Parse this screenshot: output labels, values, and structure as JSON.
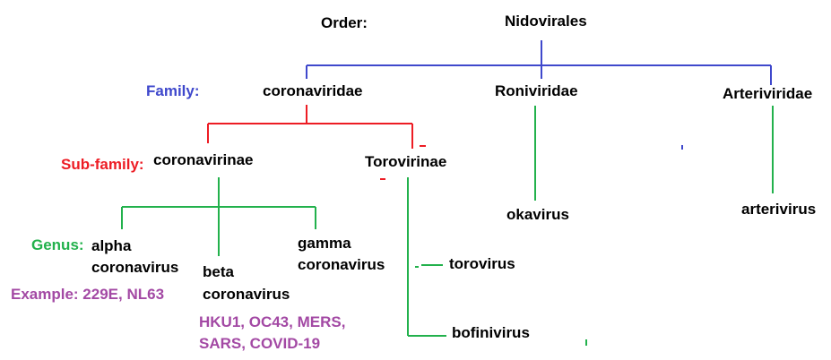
{
  "colors": {
    "text": "#000000",
    "family": "#3f48cc",
    "subfamily": "#ed1c24",
    "genus": "#22b14c",
    "example": "#a349a4"
  },
  "labels": {
    "order": "Order:",
    "family": "Family:",
    "subfamily": "Sub-family:",
    "genus": "Genus:"
  },
  "order": {
    "name": "Nidovirales"
  },
  "families": {
    "coronaviridae": "coronaviridae",
    "roniviridae": "Roniviridae",
    "arteriviridae": "Arteriviridae"
  },
  "subfamilies": {
    "coronavirinae": "coronavirinae",
    "torovirinae": "Torovirinae"
  },
  "genera": {
    "alpha": [
      "alpha",
      "coronavirus"
    ],
    "beta": [
      "beta",
      "coronavirus"
    ],
    "gamma": [
      "gamma",
      "coronavirus"
    ],
    "torovirus": "torovirus",
    "bofinivirus": "bofinivirus",
    "okavirus": "okavirus",
    "arterivirus": "arterivirus"
  },
  "examples": {
    "alpha": "Example: 229E, NL63",
    "beta": [
      "HKU1, OC43, MERS,",
      "SARS, COVID-19"
    ]
  }
}
